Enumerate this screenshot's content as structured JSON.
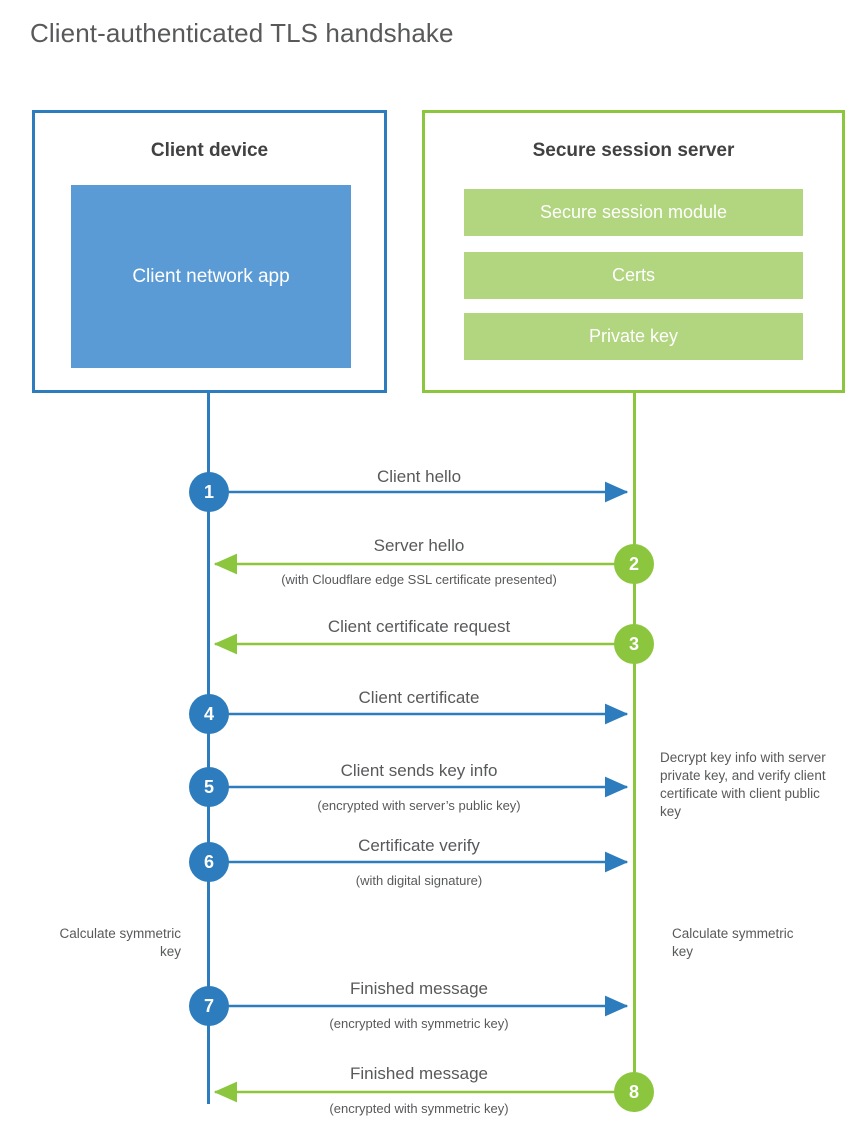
{
  "title": "Client-authenticated TLS handshake",
  "colors": {
    "client_blue": "#2d7cbd",
    "client_app_blue": "#5b9bd5",
    "server_green": "#8cc63f",
    "server_bar_green": "#b2d57f",
    "text_gray": "#58595b",
    "heading_gray": "#414042"
  },
  "client": {
    "title": "Client device",
    "app_label": "Client network app"
  },
  "server": {
    "title": "Secure session server",
    "modules": [
      "Secure session module",
      "Certs",
      "Private key"
    ]
  },
  "steps": [
    {
      "number": "1",
      "label": "Client hello",
      "sub": "",
      "direction": "client-to-server",
      "color": "blue"
    },
    {
      "number": "2",
      "label": "Server hello",
      "sub": "(with Cloudflare edge SSL certificate presented)",
      "direction": "server-to-client",
      "color": "green"
    },
    {
      "number": "3",
      "label": "Client certificate request",
      "sub": "",
      "direction": "server-to-client",
      "color": "green"
    },
    {
      "number": "4",
      "label": "Client certificate",
      "sub": "",
      "direction": "client-to-server",
      "color": "blue"
    },
    {
      "number": "5",
      "label": "Client sends key info",
      "sub": "(encrypted with server’s public key)",
      "direction": "client-to-server",
      "color": "blue"
    },
    {
      "number": "6",
      "label": "Certificate verify",
      "sub": "(with digital signature)",
      "direction": "client-to-server",
      "color": "blue"
    },
    {
      "number": "7",
      "label": "Finished message",
      "sub": "(encrypted with symmetric key)",
      "direction": "client-to-server",
      "color": "blue"
    },
    {
      "number": "8",
      "label": "Finished message",
      "sub": "(encrypted with symmetric key)",
      "direction": "server-to-client",
      "color": "green"
    }
  ],
  "annotations": {
    "server_decrypt": "Decrypt key info with server private key, and verify client certificate with client public key",
    "client_calculate": "Calculate symmetric key",
    "server_calculate": "Calculate symmetric key"
  }
}
